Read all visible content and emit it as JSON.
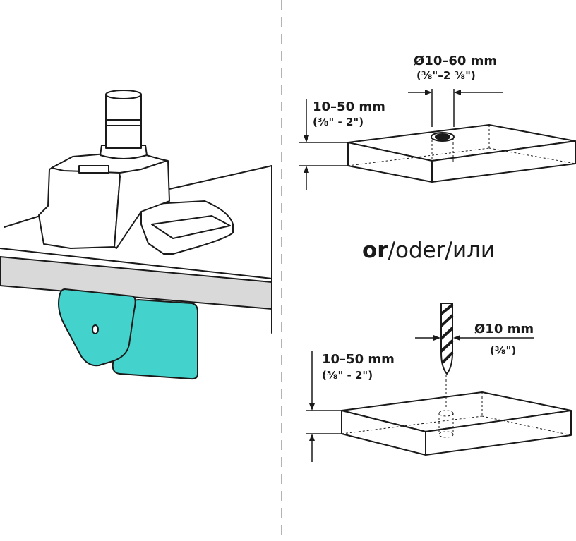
{
  "top": {
    "diameter_label": "Ø10–60 mm",
    "diameter_inch": "(³⁄₈\"–2 ³⁄₈\")",
    "thickness_label": "10–50 mm",
    "thickness_inch": "(³⁄₈\" - 2\")"
  },
  "separator": {
    "or_bold": "or",
    "or_rest": "/oder/или"
  },
  "bottom": {
    "diameter_label": "Ø10 mm",
    "diameter_inch": "(³⁄₈\")",
    "thickness_label": "10–50 mm",
    "thickness_inch": "(³⁄₈\" - 2\")"
  },
  "colors": {
    "clamp": "#44d3cc",
    "line": "#1a1a1a",
    "desk_edge": "#d9d9d9",
    "divider": "#b3b3b3"
  }
}
